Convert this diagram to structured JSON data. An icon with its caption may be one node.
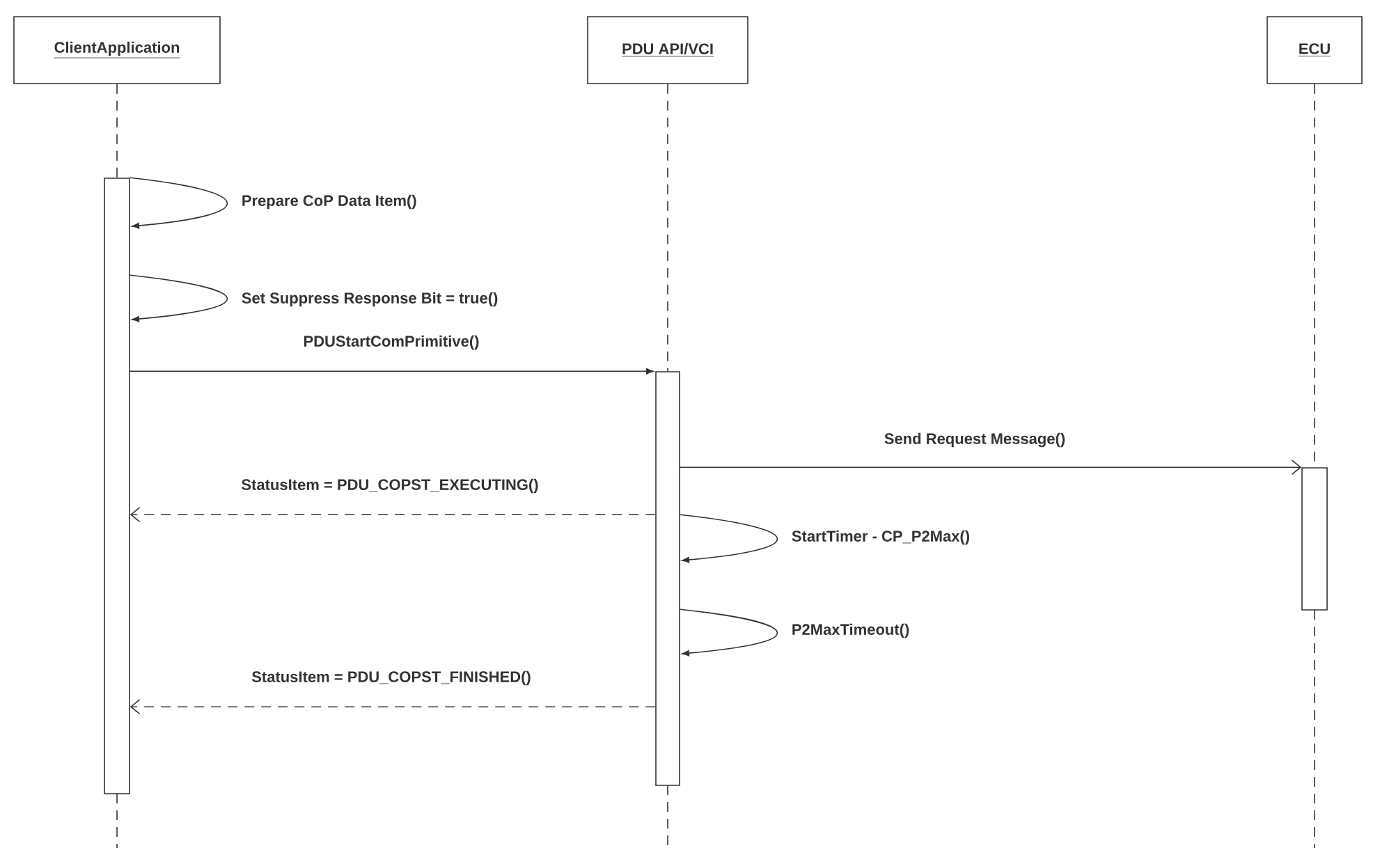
{
  "diagram": {
    "nodes": [
      {
        "text": [
          "ClientApplication"
        ]
      },
      {
        "text": [
          "PDU API/VCI"
        ]
      },
      {
        "text": [
          "ECU"
        ]
      },
      {
        "text": [],
        "shape": "bar"
      },
      {
        "text": [],
        "shape": "bar"
      },
      {
        "text": [],
        "shape": "bar"
      }
    ],
    "edges": [
      {
        "from": 0,
        "to": 3,
        "arrow": "none",
        "style": "dashed"
      },
      {
        "from": 1,
        "to": 4,
        "arrow": "none",
        "style": "dashed"
      },
      {
        "from": 2,
        "to": 5,
        "arrow": "none",
        "style": "dashed"
      },
      {
        "from": 3,
        "to": 3,
        "arrow": "to",
        "label": "Prepare CoP Data Item()"
      },
      {
        "from": 3,
        "to": 3,
        "arrow": "to",
        "label": "Set Suppress Response Bit = true()"
      },
      {
        "from": 3,
        "to": 4,
        "arrow": "to",
        "label": "PDUStartComPrimitive()"
      },
      {
        "from": 4,
        "to": 5,
        "arrow": "to",
        "label": "Send Request Message()"
      },
      {
        "from": 4,
        "to": 3,
        "arrow": "to",
        "style": "dashed",
        "label": "StatusItem = PDU_COPST_EXECUTING()"
      },
      {
        "from": 4,
        "to": 4,
        "arrow": "to",
        "label": "StartTimer - CP_P2Max()"
      },
      {
        "from": 4,
        "to": 4,
        "arrow": "to",
        "label": "P2MaxTimeout()"
      },
      {
        "from": 4,
        "to": 3,
        "arrow": "to",
        "style": "dashed",
        "label": "StatusItem = PDU_COPST_FINISHED()"
      }
    ]
  }
}
